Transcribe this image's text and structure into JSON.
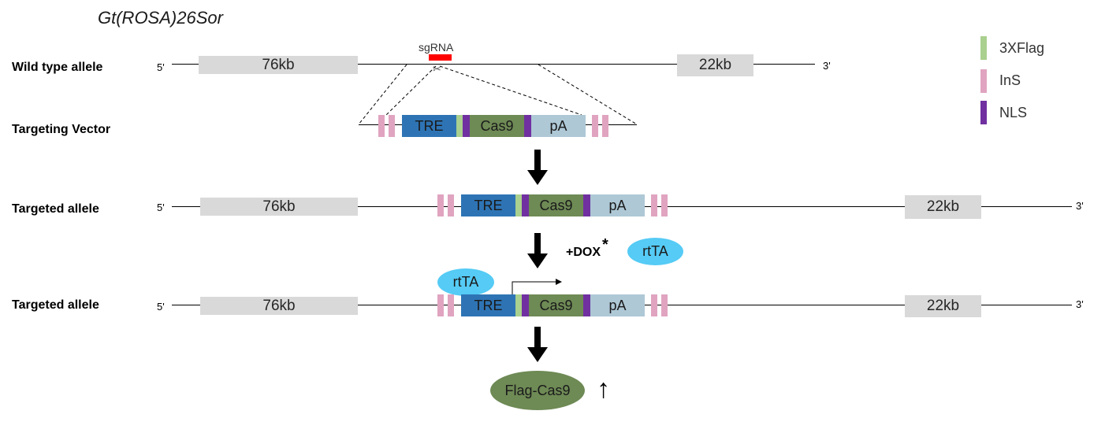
{
  "title": "Gt(ROSA)26Sor",
  "rows": {
    "wild_type": "Wild type allele",
    "targeting_vector": "Targeting Vector",
    "targeted_1": "Targeted allele",
    "targeted_2": "Targeted allele"
  },
  "ends": {
    "five": "5'",
    "three": "3'"
  },
  "labels": {
    "kb76": "76kb",
    "kb22": "22kb",
    "sgrna": "sgRNA",
    "tre": "TRE",
    "cas9": "Cas9",
    "pa": "pA",
    "rtta": "rtTA",
    "dox": "+DOX",
    "dox_star": "*",
    "flag_cas9": "Flag-Cas9",
    "up_arrow": "↑"
  },
  "legend": [
    {
      "label": "3XFlag",
      "color": "#a9d08e"
    },
    {
      "label": "InS",
      "color": "#e0a4c0"
    },
    {
      "label": "NLS",
      "color": "#7030a0"
    }
  ],
  "colors": {
    "tre": "#2e74b5",
    "cas9": "#6e8a55",
    "pa": "#aec8d6",
    "rtta": "#55cbf5",
    "sgrna": "#ff0000",
    "backbone": "#d9d9d9"
  }
}
